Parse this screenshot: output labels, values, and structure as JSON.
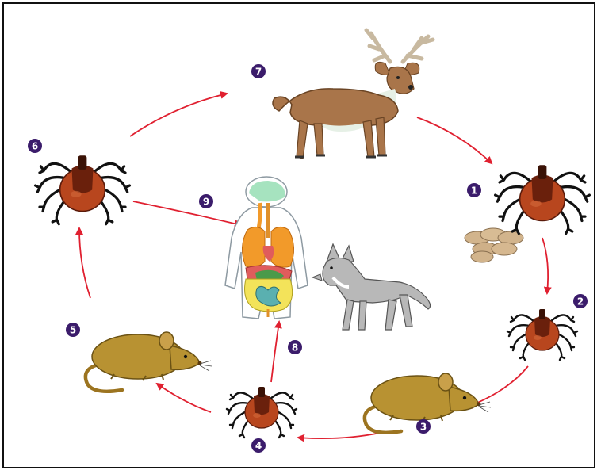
{
  "diagram": {
    "colors": {
      "badge_fill": "#3b1c6b",
      "badge_text": "#ffffff",
      "arrow": "#e02030",
      "tick_body": "#b8461e",
      "tick_shield": "#6a200c",
      "tick_legs": "#111111",
      "deer": "#a9754a",
      "deer_belly": "#e6f0e6",
      "antler": "#c8b9a0",
      "mouse": "#b89232",
      "mouse_tail": "#9c7420",
      "eggs": "#d2b48c",
      "wolf": "#b8b8b8",
      "human_outline": "#8e9aa2",
      "brain": "#a6e3bf",
      "lungs": "#f29a2a",
      "liver": "#e05c5c",
      "intestines": "#f3e35a",
      "small_intestine": "#5ab0b0"
    },
    "steps": [
      {
        "label": "1",
        "subject": "adult tick"
      },
      {
        "label": "2",
        "subject": "tick"
      },
      {
        "label": "3",
        "subject": "mouse"
      },
      {
        "label": "4",
        "subject": "tick"
      },
      {
        "label": "5",
        "subject": "mouse"
      },
      {
        "label": "6",
        "subject": "adult tick"
      },
      {
        "label": "7",
        "subject": "deer"
      },
      {
        "label": "8",
        "subject": "human"
      },
      {
        "label": "9",
        "subject": "human"
      }
    ],
    "extras": [
      "tick eggs",
      "wolf"
    ]
  }
}
